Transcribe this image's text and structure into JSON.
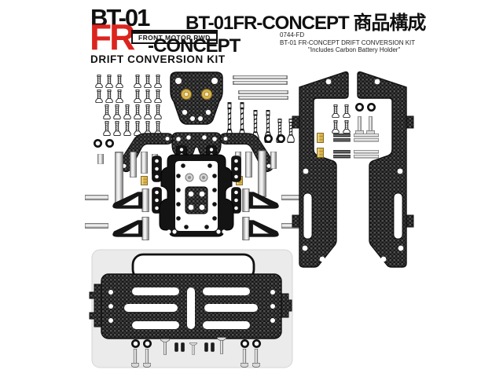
{
  "header": {
    "logo": {
      "bt01": "BT-01",
      "fr": "FR",
      "concept_suffix": "-CONCEPT",
      "badge": "FRONT MOTOR RWD",
      "kit_line": "DRIFT CONVERSION KIT"
    },
    "title": "BT-01FR-CONCEPT 商品構成",
    "product_info": {
      "item_code": "0744-FD",
      "item_name": "BT-01 FR-CONCEPT DRIFT CONVERSION KIT",
      "note": "\"Includes Carbon Battery Holder\""
    }
  },
  "colors": {
    "brand_red": "#dc241f",
    "ink_black": "#111111",
    "carbon_dark": "#181818",
    "carbon_weave": "#505050",
    "brass_gold": "#d9b34c",
    "metal_gray": "#c9c9c9",
    "panel_gray": "#ebebeb"
  },
  "illustration": {
    "parts": [
      {
        "name": "tapping-screw-set-a",
        "count": 12
      },
      {
        "name": "tapping-screw-set-b",
        "count": 12
      },
      {
        "name": "front-shock-tower-carbon",
        "count": 1
      },
      {
        "name": "steering-bridge-carbon",
        "count": 1
      },
      {
        "name": "suspension-shafts",
        "count": 4
      },
      {
        "name": "long-machine-screws",
        "count": 6
      },
      {
        "name": "o-rings",
        "count": 10
      },
      {
        "name": "damper-stay-carbon",
        "count": 2
      },
      {
        "name": "suspension-posts",
        "count": 9
      },
      {
        "name": "brass-spacers",
        "count": 4
      },
      {
        "name": "lower-suspension-arms",
        "count": 4
      },
      {
        "name": "motor-mount-chassis-plate",
        "count": 1
      },
      {
        "name": "side-frame-carbon-plates",
        "count": 2
      },
      {
        "name": "carbon-battery-holder-plate",
        "count": 1
      },
      {
        "name": "battery-strap",
        "count": 1
      },
      {
        "name": "battery-mount-hardware",
        "count": 13
      }
    ]
  }
}
